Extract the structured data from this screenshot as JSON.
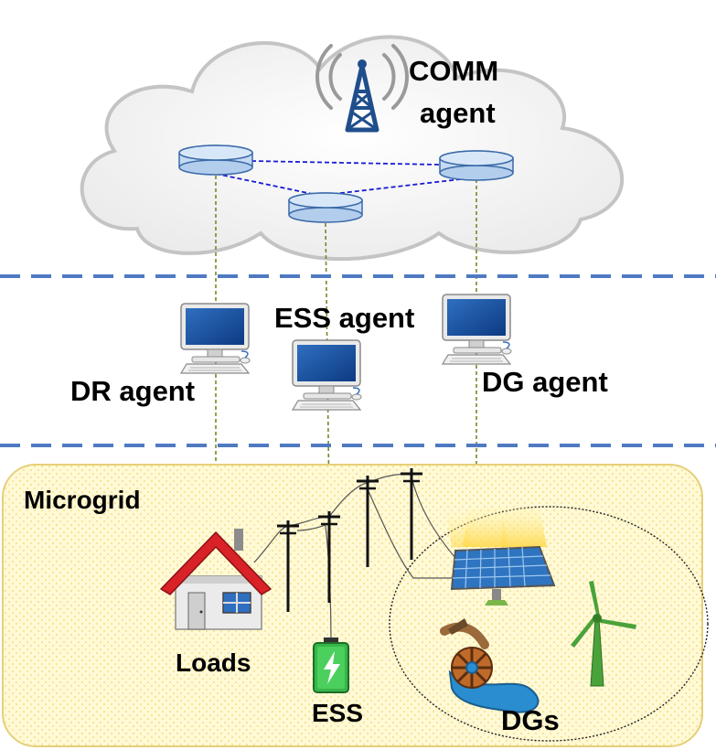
{
  "labels": {
    "comm_agent_line1": "COMM",
    "comm_agent_line2": "agent",
    "ess_agent": "ESS agent",
    "dr_agent": "DR agent",
    "dg_agent": "DG agent",
    "microgrid": "Microgrid",
    "loads": "Loads",
    "ess": "ESS",
    "dgs": "DGs"
  },
  "colors": {
    "cloud_fill": "#f0f0f0",
    "cloud_stroke": "#c4c4c4",
    "separator": "#4f7ac2",
    "router_fill": "#c5daf2",
    "router_stroke": "#3a6aa8",
    "router_link": "#1a1ad6",
    "agent_link": "#6e8c28",
    "microgrid_fill": "#fff9d6",
    "microgrid_dots": "#f0d76a",
    "microgrid_border": "#e6cf7a",
    "house_roof": "#d92128",
    "battery": "#39b54a",
    "solar_panel": "#2f74c0",
    "wind_turbine": "#4aa23a",
    "water": "#2a8dd0"
  }
}
